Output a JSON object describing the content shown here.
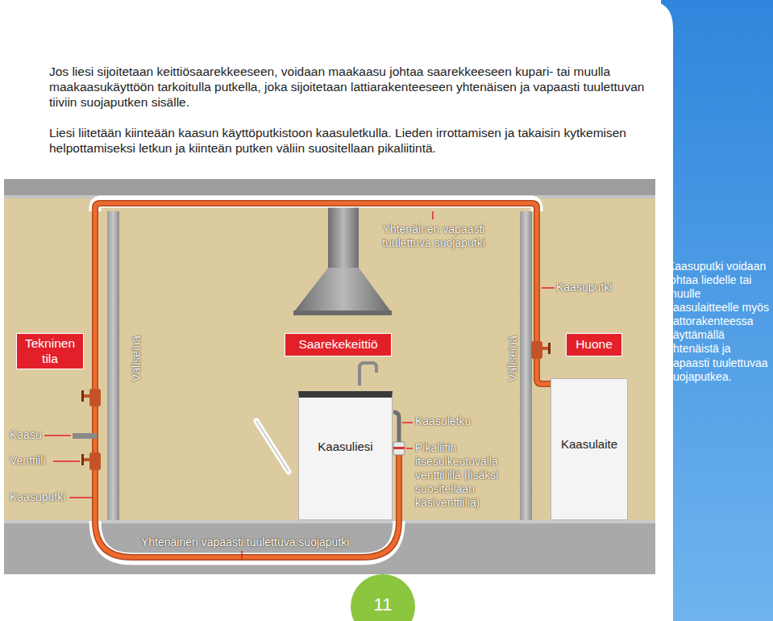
{
  "diagram": {
    "nodes": [
      {
        "text": [
          "Tekninen tila"
        ]
      },
      {
        "text": [
          "Saarekekeittiö"
        ]
      },
      {
        "text": [
          "Huone"
        ]
      },
      {
        "text": [
          "Kaasuliesi"
        ]
      },
      {
        "text": [
          "Kaasulaite"
        ]
      }
    ],
    "labels": [
      "Jos liesi sijoitetaan keittiösaarekkeeseen, voidaan maakaasu johtaa saarekkeeseen kupari- tai muulla maakaasukäyttöön tarkoitulla putkella, joka sijoitetaan lattiarakenteeseen yhtenäisen ja vapaasti tuulettuvan tiiviin suojaputken sisälle.",
      "Liesi liitetään kiinteään kaasun käyttöputkistoon kaasuletkulla. Lieden irrottamisen ja takaisin kytkemisen helpottamiseksi letkun ja kiinteän putken väliin suositellaan pikaliitintä.",
      "Yhtenäinen vapaasti tuulettuva suojaputki",
      "Kaasuputki",
      "Kaasuputki voidaan johtaa liedelle tai muulle kaasulaitteelle myös kattorakenteessa käyttämällä yhtenäistä ja vapaasti tuulettuvaa suojaputkea.",
      "Väliseinä",
      "Väliseinä",
      "Kaasu",
      "Venttiili",
      "Kaasuputki",
      "Kaasuletku",
      "Pikaliitin itsesulkeutuvalla venttiilillä (lisäksi suositellaan käsiventtiiliä)",
      "Yhtenäinen vapaasti tuulettuva suojaputki",
      "11"
    ]
  }
}
